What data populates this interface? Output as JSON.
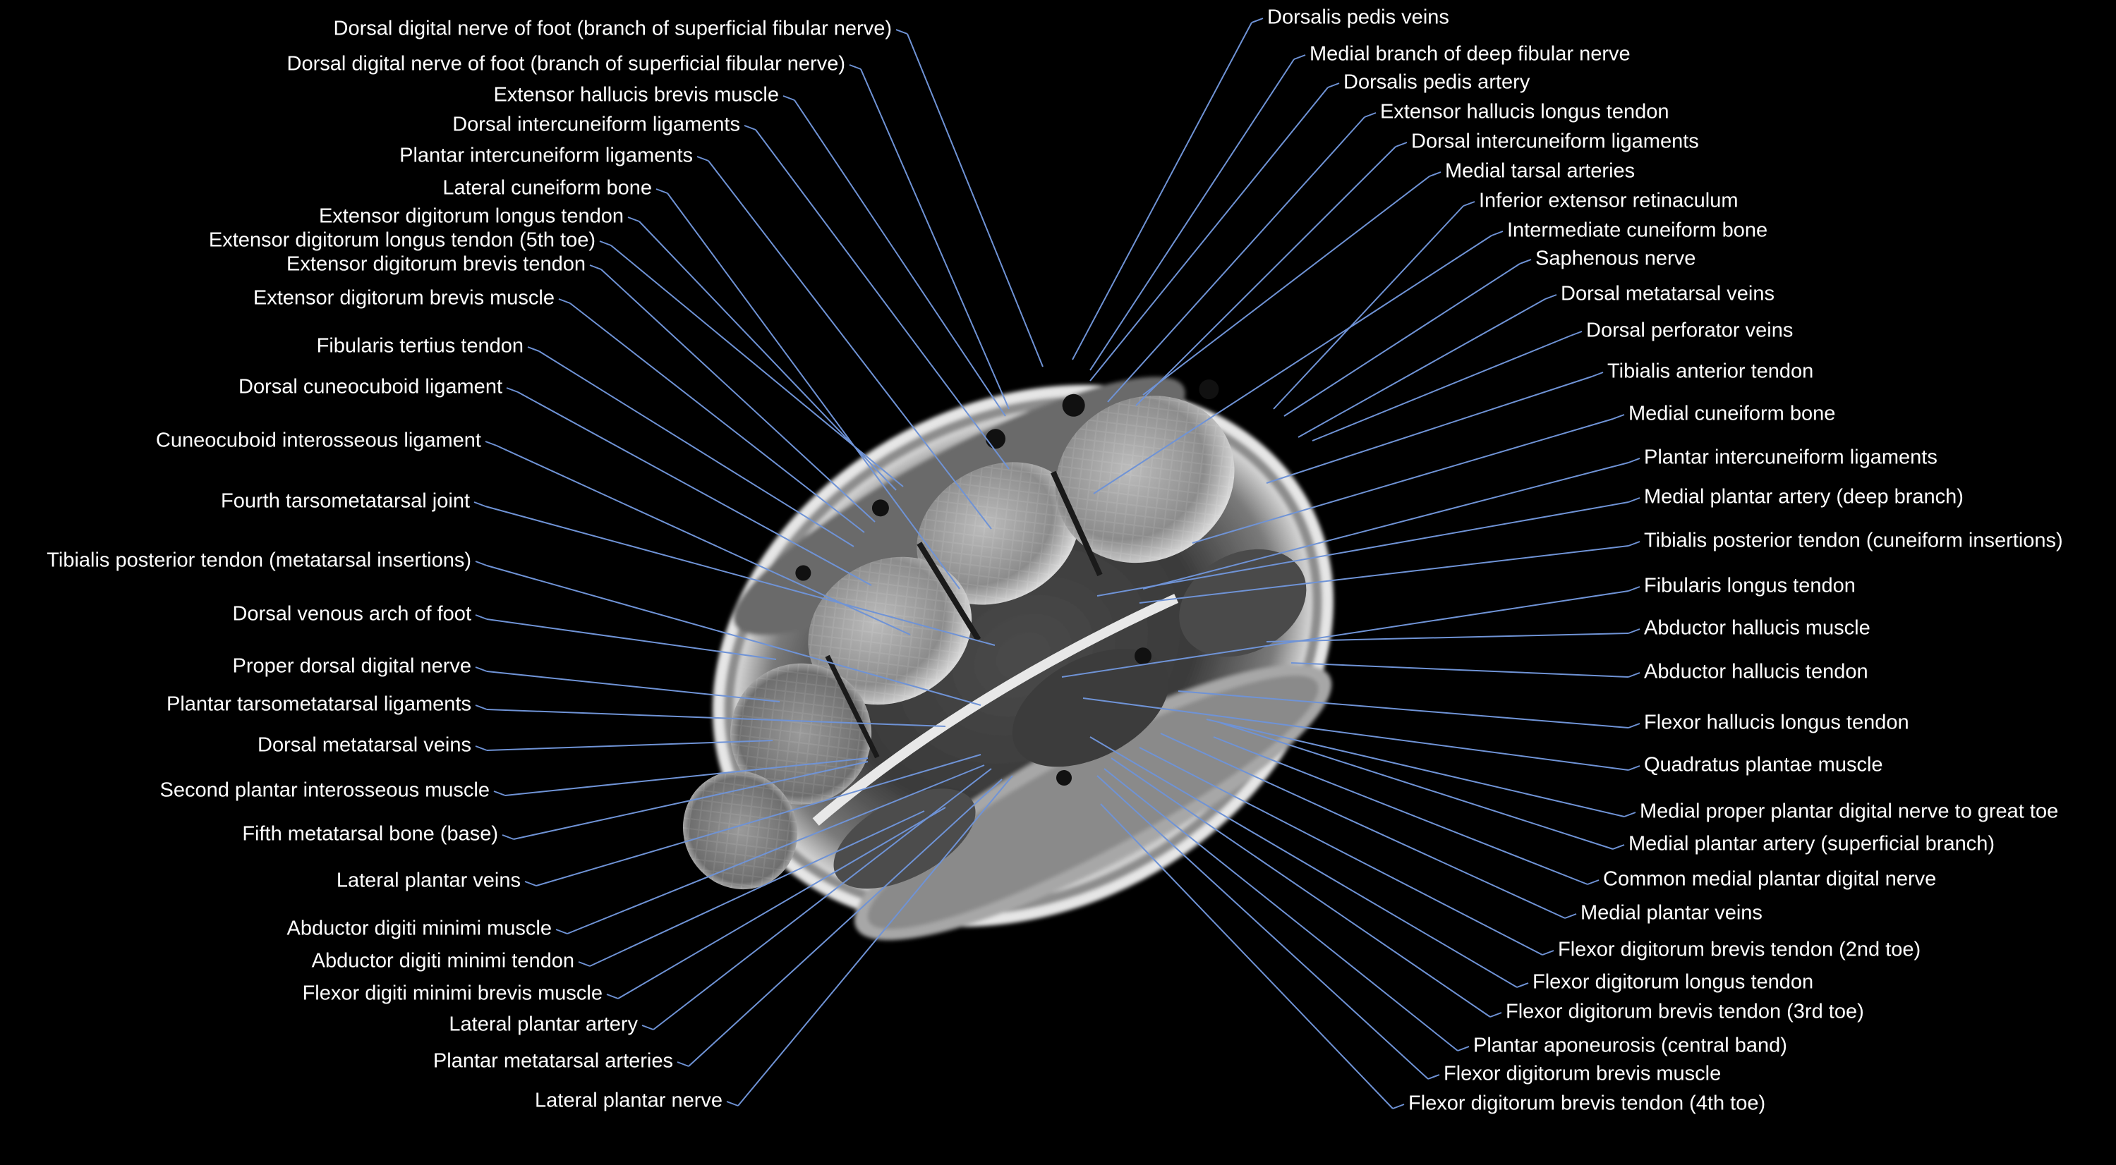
{
  "labels_left": [
    "Dorsal digital nerve of foot (branch of superficial fibular nerve)",
    "Dorsal digital nerve of foot (branch of superficial fibular nerve)",
    "Extensor hallucis brevis muscle",
    "Dorsal intercuneiform ligaments",
    "Plantar intercuneiform ligaments",
    "Lateral cuneiform bone",
    "Extensor digitorum longus tendon",
    "Extensor digitorum longus tendon (5th toe)",
    "Extensor digitorum brevis tendon",
    "Extensor digitorum brevis muscle",
    "Fibularis tertius tendon",
    "Dorsal cuneocuboid ligament",
    "Cuneocuboid interosseous ligament",
    "Fourth tarsometatarsal joint",
    "Tibialis posterior tendon (metatarsal insertions)",
    "Dorsal venous arch of foot",
    "Proper dorsal digital nerve",
    "Plantar tarsometatarsal ligaments",
    "Dorsal metatarsal veins",
    "Second plantar interosseous muscle",
    "Fifth metatarsal bone (base)",
    "Lateral plantar veins",
    "Abductor digiti minimi muscle",
    "Abductor digiti minimi tendon",
    "Flexor digiti minimi brevis muscle",
    "Lateral plantar artery",
    "Plantar metatarsal arteries",
    "Lateral plantar nerve"
  ],
  "labels_right": [
    "Dorsalis pedis veins",
    "Medial branch of deep fibular nerve",
    "Dorsalis pedis artery",
    "Extensor hallucis longus tendon",
    "Dorsal intercuneiform ligaments",
    "Medial tarsal arteries",
    "Inferior extensor retinaculum",
    "Intermediate cuneiform bone",
    "Saphenous nerve",
    "Dorsal metatarsal veins",
    "Dorsal perforator veins",
    "Tibialis anterior tendon",
    "Medial cuneiform bone",
    "Plantar intercuneiform ligaments",
    "Medial plantar artery (deep branch)",
    "Tibialis posterior tendon (cuneiform insertions)",
    "Fibularis longus tendon",
    "Abductor hallucis muscle",
    "Abductor hallucis tendon",
    "Flexor hallucis longus tendon",
    "Quadratus plantae muscle",
    "Medial proper plantar digital nerve to great toe",
    "Medial plantar artery (superficial branch)",
    "Common medial plantar digital nerve",
    "Medial plantar veins",
    "Flexor digitorum brevis tendon (2nd toe)",
    "Flexor digitorum longus tendon",
    "Flexor digitorum brevis tendon (3rd toe)",
    "Plantar aponeurosis (central band)",
    "Flexor digitorum brevis muscle",
    "Flexor digitorum brevis tendon (4th toe)"
  ],
  "colors": {
    "background": "#000000",
    "label_text": "#ffffff",
    "leader_line": "#6f93d6"
  }
}
